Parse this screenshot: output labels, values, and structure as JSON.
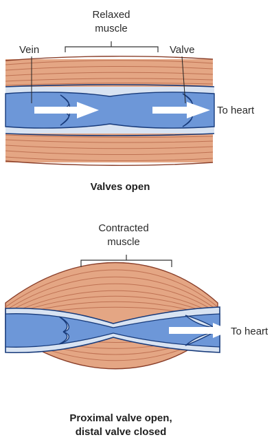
{
  "panel_relaxed": {
    "muscle_label_line1": "Relaxed",
    "muscle_label_line2": "muscle",
    "vein_label": "Vein",
    "valve_label": "Valve",
    "direction_label": "To heart",
    "caption": "Valves open"
  },
  "panel_contracted": {
    "muscle_label_line1": "Contracted",
    "muscle_label_line2": "muscle",
    "direction_label": "To heart",
    "caption_line1": "Proximal valve open,",
    "caption_line2": "distal valve closed"
  },
  "colors": {
    "muscle_fill": "#e4a684",
    "muscle_fiber": "#b8684a",
    "muscle_outline": "#8a3f2a",
    "vein_wall": "#d8e3f2",
    "blood": "#6d97d8",
    "vein_outline": "#173a7a",
    "arrow": "#ffffff"
  }
}
